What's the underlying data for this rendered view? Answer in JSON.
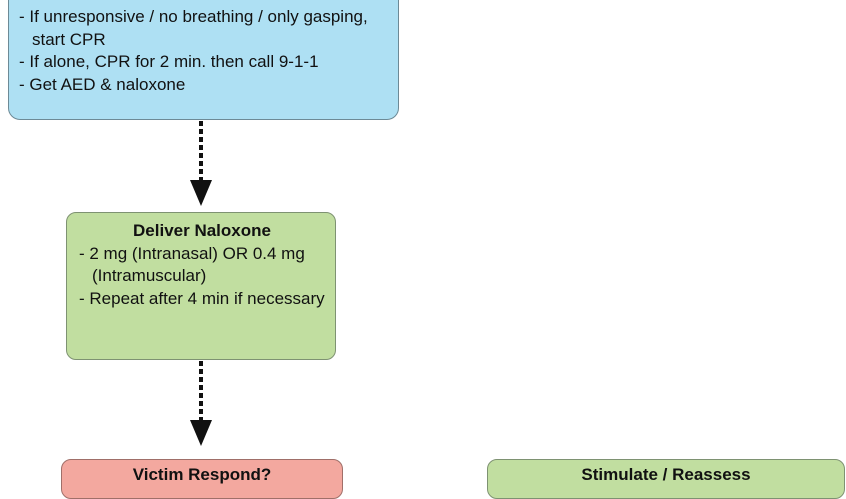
{
  "cpr_box": {
    "items": [
      "- If unresponsive / no breathing / only gasping, start CPR",
      "- If alone, CPR for 2 min. then call 9-1-1",
      "- Get AED & naloxone"
    ]
  },
  "naloxone_box": {
    "title": "Deliver Naloxone",
    "items": [
      "- 2 mg (Intranasal) OR 0.4 mg (Intramuscular)",
      "- Repeat after 4 min if necessary"
    ]
  },
  "victim_box": {
    "title": "Victim Respond?"
  },
  "stimulate_box": {
    "title": "Stimulate / Reassess"
  },
  "colors": {
    "blue": "#aee0f3",
    "green": "#c1dea0",
    "red": "#f3a89f"
  }
}
